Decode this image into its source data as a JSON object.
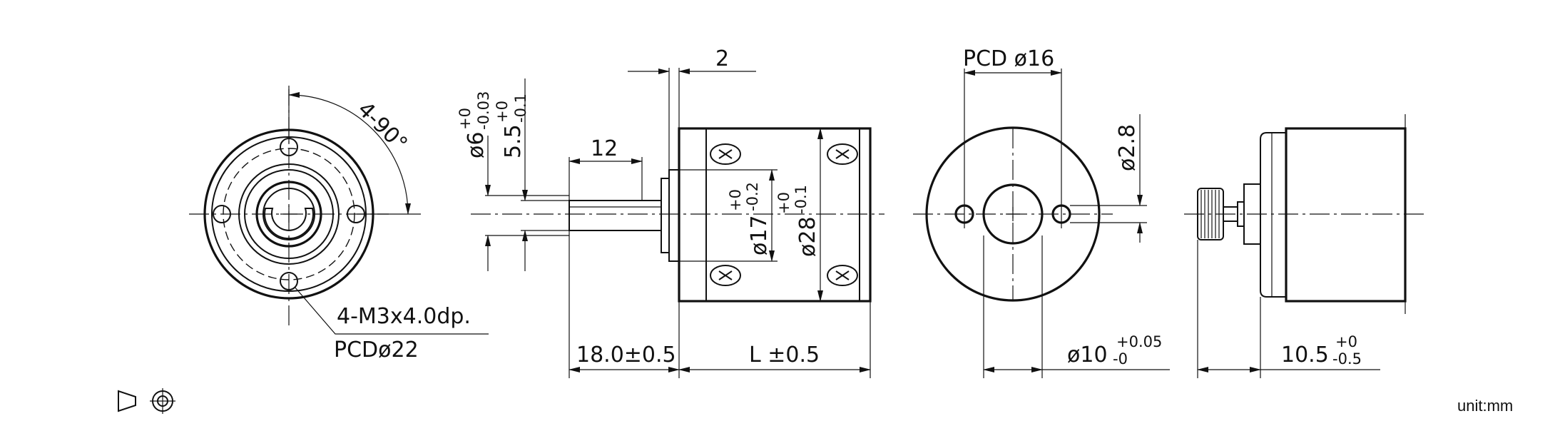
{
  "front_view": {
    "hole_angle": "4-90°",
    "thread_spec": "4-M3x4.0dp.",
    "pcd": "PCDø22"
  },
  "side_view": {
    "flange_thickness": "2",
    "shaft_length": "12",
    "shaft_dia": "ø6",
    "shaft_dia_tol_upper": "+0",
    "shaft_dia_tol_lower": "-0.03",
    "flat_height": "5.5",
    "flat_tol_upper": "+0",
    "flat_tol_lower": "-0.1",
    "boss_dia": "ø17",
    "boss_tol_upper": "+0",
    "boss_tol_lower": "-0.2",
    "body_dia": "ø28",
    "body_tol_upper": "+0",
    "body_tol_lower": "-0.1",
    "shaft_extension": "18.0±0.5",
    "body_length": "L ±0.5"
  },
  "rear_view": {
    "pcd": "PCD ø16",
    "hole_dia": "ø2.8",
    "center_dia": "ø10",
    "center_tol_upper": "+0.05",
    "center_tol_lower": "-0"
  },
  "right_view": {
    "length": "10.5",
    "length_tol_upper": "+0",
    "length_tol_lower": "-0.5"
  },
  "footer": {
    "unit": "unit:mm",
    "projection_symbol": "third-angle-projection-icon"
  }
}
